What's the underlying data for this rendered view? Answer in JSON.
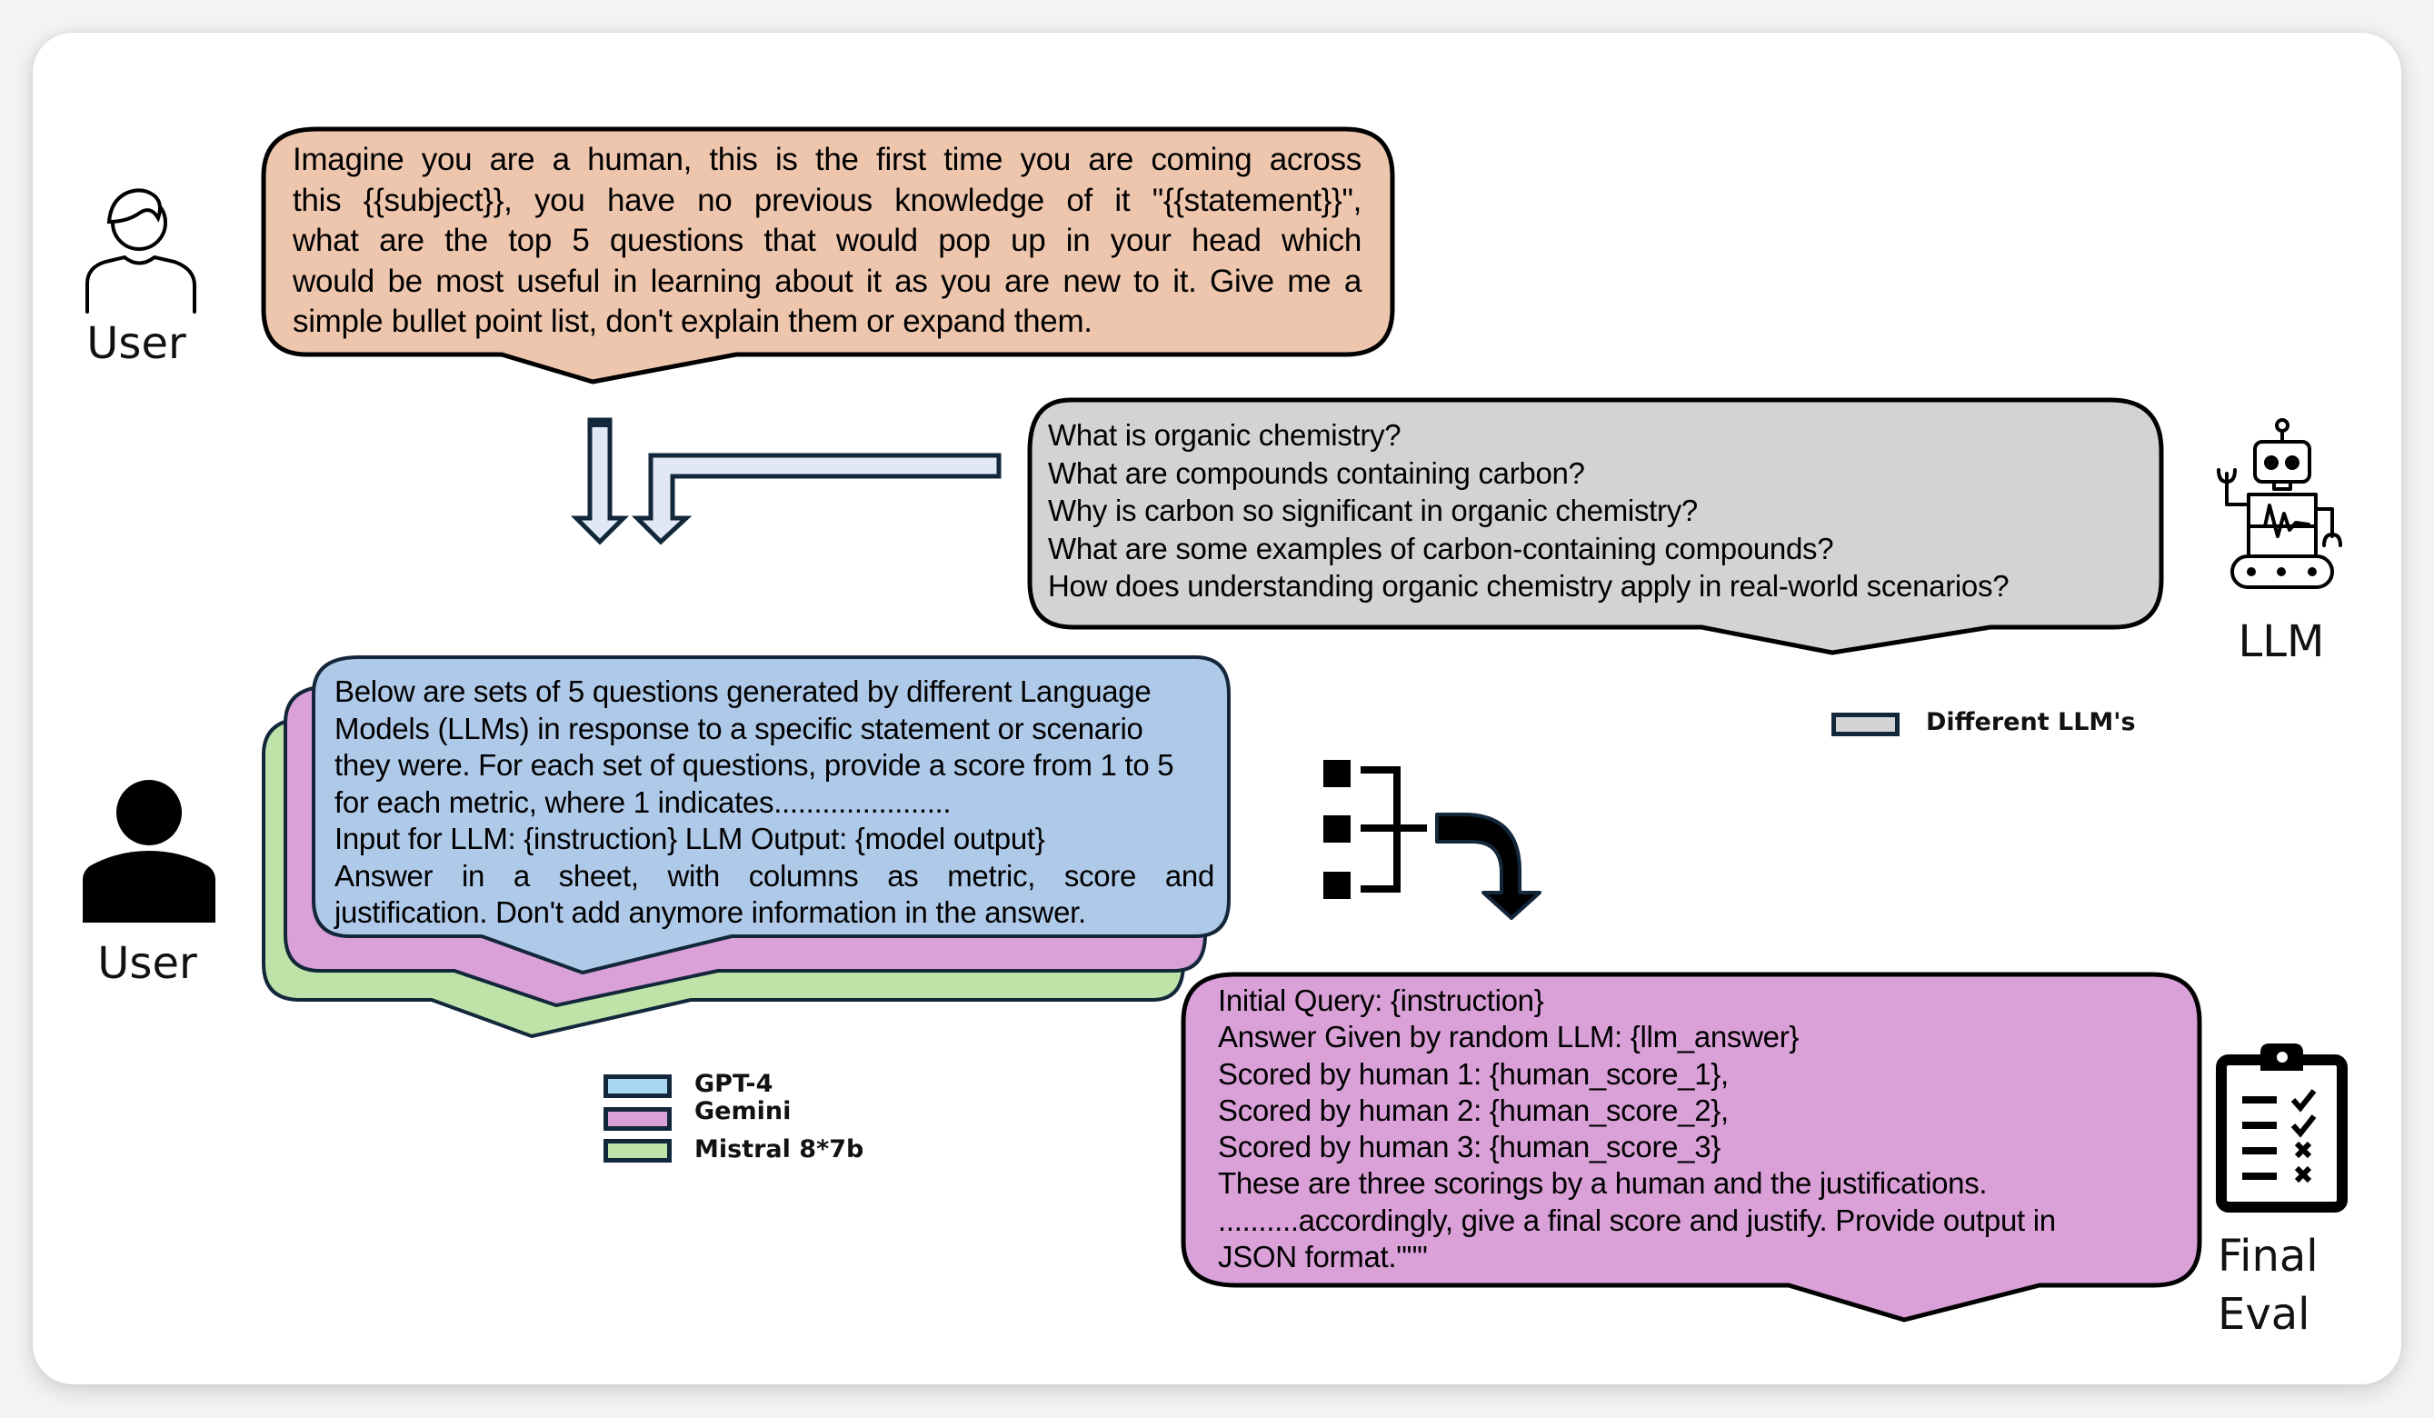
{
  "actors": {
    "user_top": {
      "label": "User",
      "icon": "user-outline-icon"
    },
    "llm": {
      "label": "LLM",
      "icon": "robot-icon"
    },
    "user_bottom": {
      "label": "User",
      "icon": "user-solid-icon"
    },
    "final_eval": {
      "label_line1": "Final",
      "label_line2": "Eval",
      "icon": "clipboard-checklist-icon"
    }
  },
  "colors": {
    "prompt_bubble": "#eec6ae",
    "llm_questions_bubble": "#d3d3d3",
    "gpt4": "#afc9e9",
    "gemini": "#daa0d8",
    "mistral": "#bee3a9",
    "final_bubble": "#daa0d8",
    "arrow_fill": "#dfe8f4",
    "outline": "#13273a"
  },
  "prompt_bubble": {
    "lines": [
      "Imagine you are a human, this is the first time you are coming across",
      "this {{subject}}, you have no previous knowledge of it \"{{statement}}\",",
      "what are the top 5 questions that would pop up in your head which",
      "would be most useful in learning about it as you are new to it. Give me a",
      "simple bullet point list, don't explain them or expand them."
    ]
  },
  "llm_questions_bubble": {
    "lines": [
      "What is organic chemistry?",
      "What are compounds containing carbon?",
      "Why is carbon so significant in organic chemistry?",
      "What are some examples of carbon-containing compounds?",
      "How does understanding organic chemistry apply in real-world scenarios?"
    ]
  },
  "legend_llms": {
    "label": "Different LLM's"
  },
  "eval_prompt_bubble": {
    "lines": [
      "Below are sets of 5 questions generated by different Language",
      "Models (LLMs) in response to a specific statement or scenario",
      "they were. For each set of questions, provide a score from 1 to 5",
      "for each metric, where 1 indicates......................",
      "Input for LLM: {instruction}   LLM Output: {model output}",
      "Answer in a sheet, with columns as metric, score and",
      "justification. Don't add anymore information in the answer."
    ]
  },
  "legend_models": {
    "items": [
      {
        "label": "GPT-4",
        "color": "#a9d6f2"
      },
      {
        "label": "Gemini",
        "color": "#daa0d8"
      },
      {
        "label": "Mistral 8*7b",
        "color": "#bee3a9"
      }
    ]
  },
  "final_bubble": {
    "lines": [
      "Initial Query: {instruction}",
      "Answer Given by random LLM: {llm_answer}",
      "Scored by human 1: {human_score_1},",
      "Scored by human 2: {human_score_2},",
      "Scored by human 3: {human_score_3}",
      "These are three scorings by a human and the justifications.",
      "..........accordingly, give a final score and justify. Provide output in",
      "JSON format.\"\"\""
    ]
  }
}
